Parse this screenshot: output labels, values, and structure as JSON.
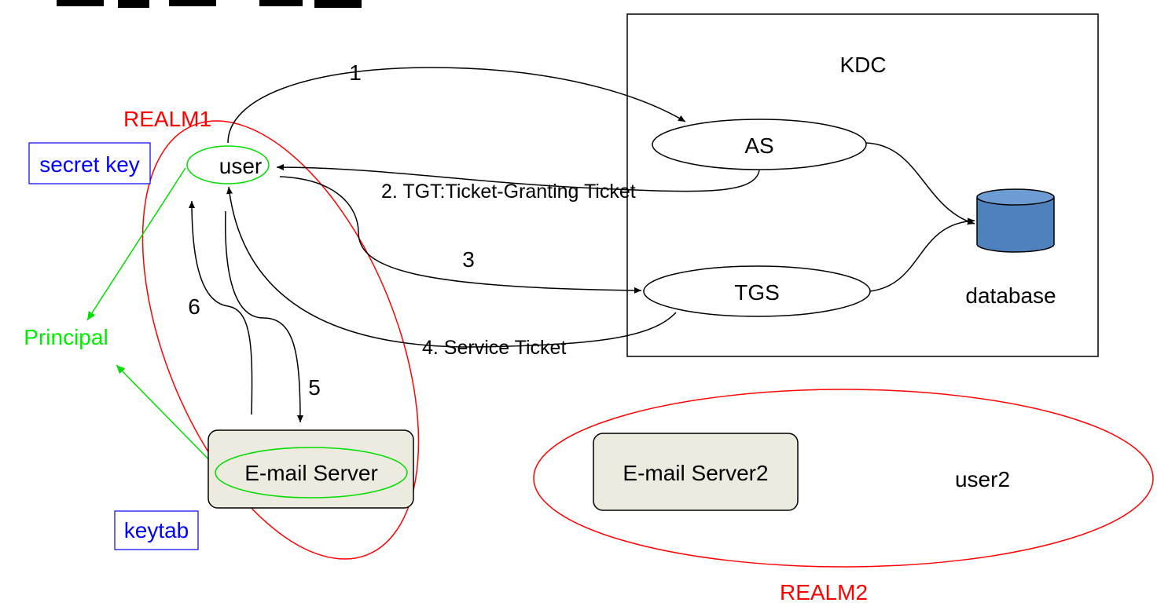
{
  "diagram": {
    "title_partial": "",
    "kdc": {
      "label": "KDC"
    },
    "as": {
      "label": "AS"
    },
    "tgs": {
      "label": "TGS"
    },
    "database": {
      "label": "database",
      "color": "#4f81bd"
    },
    "user": {
      "label": "user"
    },
    "user2": {
      "label": "user2"
    },
    "email_server": {
      "label": "E-mail Server",
      "fill": "#edebe0"
    },
    "email_server2": {
      "label": "E-mail Server2",
      "fill": "#edebe0"
    },
    "realm1": {
      "label": "REALM1",
      "color": "#ff0000"
    },
    "realm2": {
      "label": "REALM2",
      "color": "#ff0000"
    },
    "principal": {
      "label": "Principal",
      "color": "#00ee00"
    },
    "secret_key": {
      "label": "secret key",
      "color": "#0000ff"
    },
    "keytab": {
      "label": "keytab",
      "color": "#0000ff"
    },
    "steps": {
      "s1": "1",
      "s2": "2. TGT:Ticket-Granting Ticket",
      "s3": "3",
      "s4": "4. Service Ticket",
      "s5": "5",
      "s6": "6"
    }
  }
}
